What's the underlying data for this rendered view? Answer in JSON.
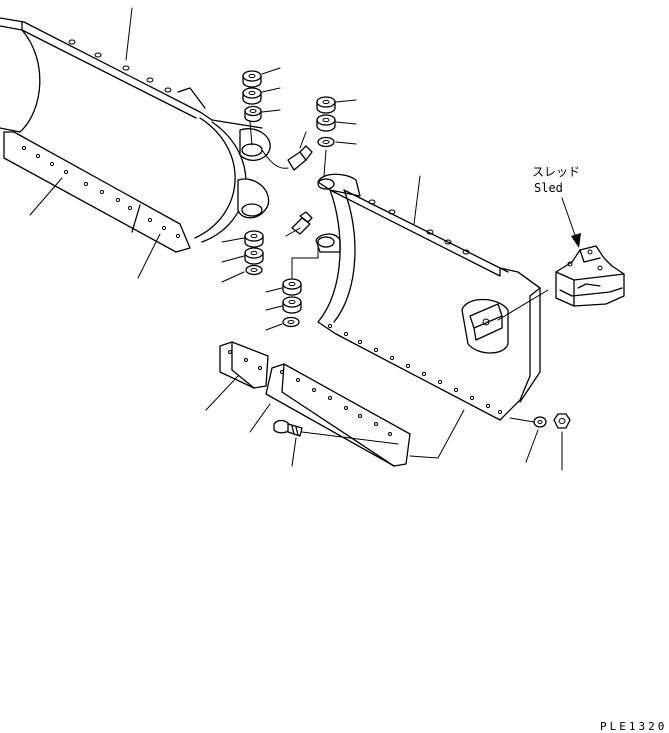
{
  "diagram": {
    "callout_label_jp": "スレッド",
    "callout_label_en": "Sled",
    "drawing_code": "PLE1320"
  }
}
